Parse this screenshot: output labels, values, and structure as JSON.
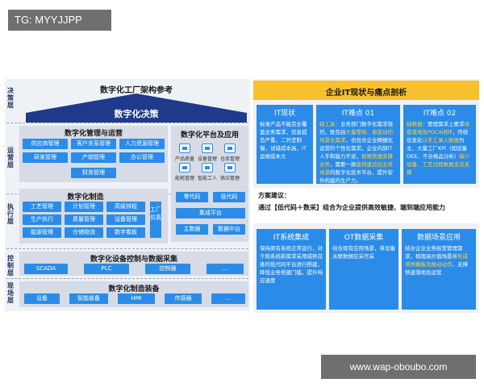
{
  "top_tag": "TG: MYYJJPP",
  "watermark": "www.wap-oboubo.com",
  "left": {
    "title": "数字化工厂架构参考",
    "layers": [
      "决策层",
      "运营层",
      "执行层",
      "控制层",
      "现场层"
    ],
    "decision": "数字化决策",
    "mgmt": {
      "title": "数字化管理与运营",
      "items": [
        "供应商管理",
        "客户关系管理",
        "人力资源管理",
        "研发管理",
        "产销管理",
        "办公管理",
        "财务管理"
      ]
    },
    "platform": {
      "title": "数字化平台及应用",
      "icons": [
        "产品质量",
        "设备管理",
        "仓库管理",
        "能耗管理",
        "智能工人",
        "供应管理"
      ],
      "items": [
        "零代码",
        "低代码",
        "集成平台",
        "主数据",
        "数据中台"
      ]
    },
    "mfg": {
      "title": "数字化制造",
      "items": [
        "工艺管理",
        "计划管理",
        "高级排程",
        "生产执行",
        "质量管理",
        "设备管理",
        "能源管理",
        "仓储物流",
        "数字看板"
      ],
      "side": "工厂仿真"
    },
    "ctrl": {
      "title": "数字化设备控制与数据采集",
      "items": [
        "SCADA",
        "PLC",
        "控制器",
        "..."
      ]
    },
    "equip": {
      "title": "数字化制造装备",
      "items": [
        "设备",
        "智能装备",
        "HMI",
        "传感器",
        "..."
      ]
    }
  },
  "right": {
    "title": "企业IT现状与痛点剖析",
    "it_status": {
      "title": "IT现状",
      "body": "标准产品不能完全覆盖业务需求，信息孤岛严重，二开定制慢，试错成本高，IT运维成本大"
    },
    "pain1": {
      "title": "IT难点 01",
      "lead": "缺工具：",
      "body1": "业务部门数字化需求强烈，既包括",
      "hl1": "大量零碎、易变动的场景化需求",
      "body2": "，也包含企业精细化运营的个性化需求。企业内部IT人手和能力不足，",
      "hl2": "很难快速支撑业务",
      "body3": "，需要一款",
      "hl3": "能快速适应业务场景",
      "body4": "的数字化技术平台，提升软件构建的生产力。"
    },
    "pain2": {
      "title": "IT难点 02",
      "lead": "缺数据：",
      "body1": "管理需求上要求",
      "hl1": "场景落地及PDCA闭环",
      "body2": "，传统信息化",
      "hl2": "以手工录入数据",
      "body3": "为主，大量工厂KPI（如设备OEE、不合格品分析）",
      "hl3": "缺少设备、工艺过程数据无法支撑",
      "body4": ""
    },
    "plan": {
      "title": "方案建议：",
      "body": "通过【低代码＋数采】组合为企业提供高效敏捷、端到端应用能力"
    },
    "sol1": {
      "title": "IT系统集成",
      "body": "保持原有系统正常运行，对于跨系统新需求采用成熟完善的低代码平台进行搭建，降低业务搭建门槛，提升响应速度"
    },
    "sol2": {
      "title": "OT数据采集",
      "body": "结合现有应用场景，将设备关联数据应采尽采"
    },
    "sol3": {
      "title": "数据场景应用",
      "body1": "结合企业业务经营管理需求，梳理高价值场景并",
      "hl1": "形成落地模板及推动动作",
      "body2": "，支撑快速落地及运营"
    }
  },
  "colors": {
    "blue": "#2a8ce8",
    "navy": "#1f3a8a",
    "yellow": "#f7c12c",
    "panel": "#d6dbe5",
    "bg": "#eef1f6"
  }
}
